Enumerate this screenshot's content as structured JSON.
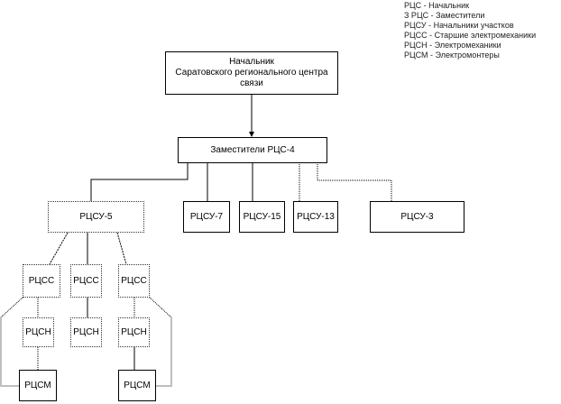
{
  "legend": [
    "РЦС - Начальник",
    "З РЦС - Заместители",
    "РЦСУ - Начальники участков",
    "РЦСС - Старшие электромеханики",
    "РЦСН - Электромеханики",
    "РЦСМ - Электромонтеры"
  ],
  "head": {
    "line1": "Начальник",
    "line2": "Саратовского регионального центра",
    "line3": "связи"
  },
  "deputies": "Заместители РЦС-4",
  "sections": [
    "РЦСУ-5",
    "РЦСУ-7",
    "РЦСУ-15",
    "РЦСУ-13",
    "РЦСУ-3"
  ],
  "senior": [
    "РЦСС",
    "РЦСС",
    "РЦСС"
  ],
  "mechanics": [
    "РЦСН",
    "РЦСН",
    "РЦСН"
  ],
  "fitters": [
    "РЦСМ",
    "РЦСМ"
  ]
}
